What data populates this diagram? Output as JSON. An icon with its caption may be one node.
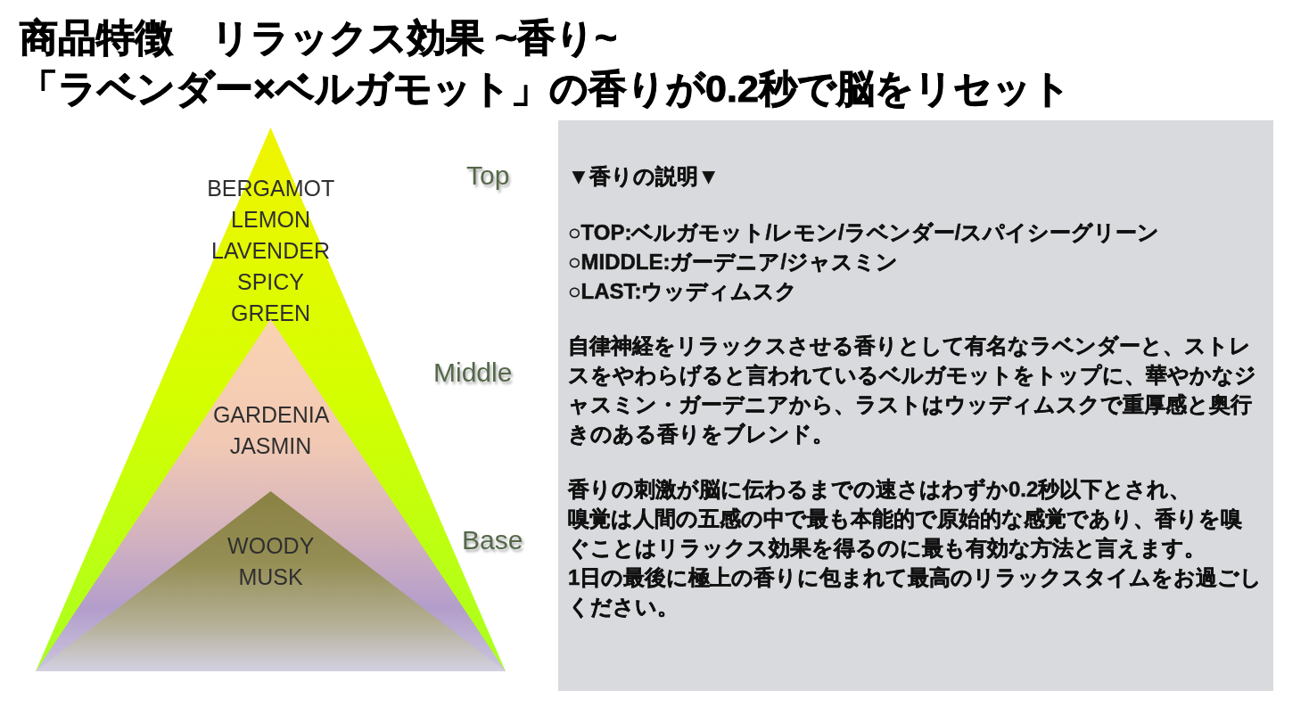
{
  "diagram": {
    "title": "商品特徴　リラックス効果 ~香り~",
    "nodes": [
      {
        "text": [
          "BERGAMOT LEMON LAVENDER SPICY GREEN"
        ],
        "beside": [
          "Top"
        ]
      },
      {
        "text": [
          "GARDENIA JASMIN"
        ],
        "beside": [
          "Middle"
        ],
        "in": 0
      },
      {
        "text": [
          "WOODY MUSK"
        ],
        "beside": [
          "Base"
        ],
        "in": 1
      },
      {
        "text": [
          "▼香りの説明▼",
          "○TOP:ベルガモット/レモン/ラベンダー/スパイシーグリーン",
          "○MIDDLE:ガーデニア/ジャスミン",
          "○LAST:ウッディムスク",
          "自律神経をリラックスさせる香りとして有名なラベンダーと、ストレスをやわらげると言われているベルガモットをトップに、華やかなジャスミン・ガーデニアから、ラストはウッディムスクで重厚感と奥行きのある香りをブレンド。",
          "香りの刺激が脳に伝わるまでの速さはわずか0.2秒以下とされ、",
          "嗅覚は人間の五感の中で最も本能的で原始的な感覚であり、香りを嗅ぐことはリラックス効果を得るのに最も有効な方法と言えます。",
          "1日の最後に極上の香りに包まれて最高のリラックスタイムをお過ごしください。"
        ]
      }
    ],
    "labels": [
      "「ラベンダー×ベルガモット」の香りが0.2秒で脳をリセット"
    ]
  }
}
